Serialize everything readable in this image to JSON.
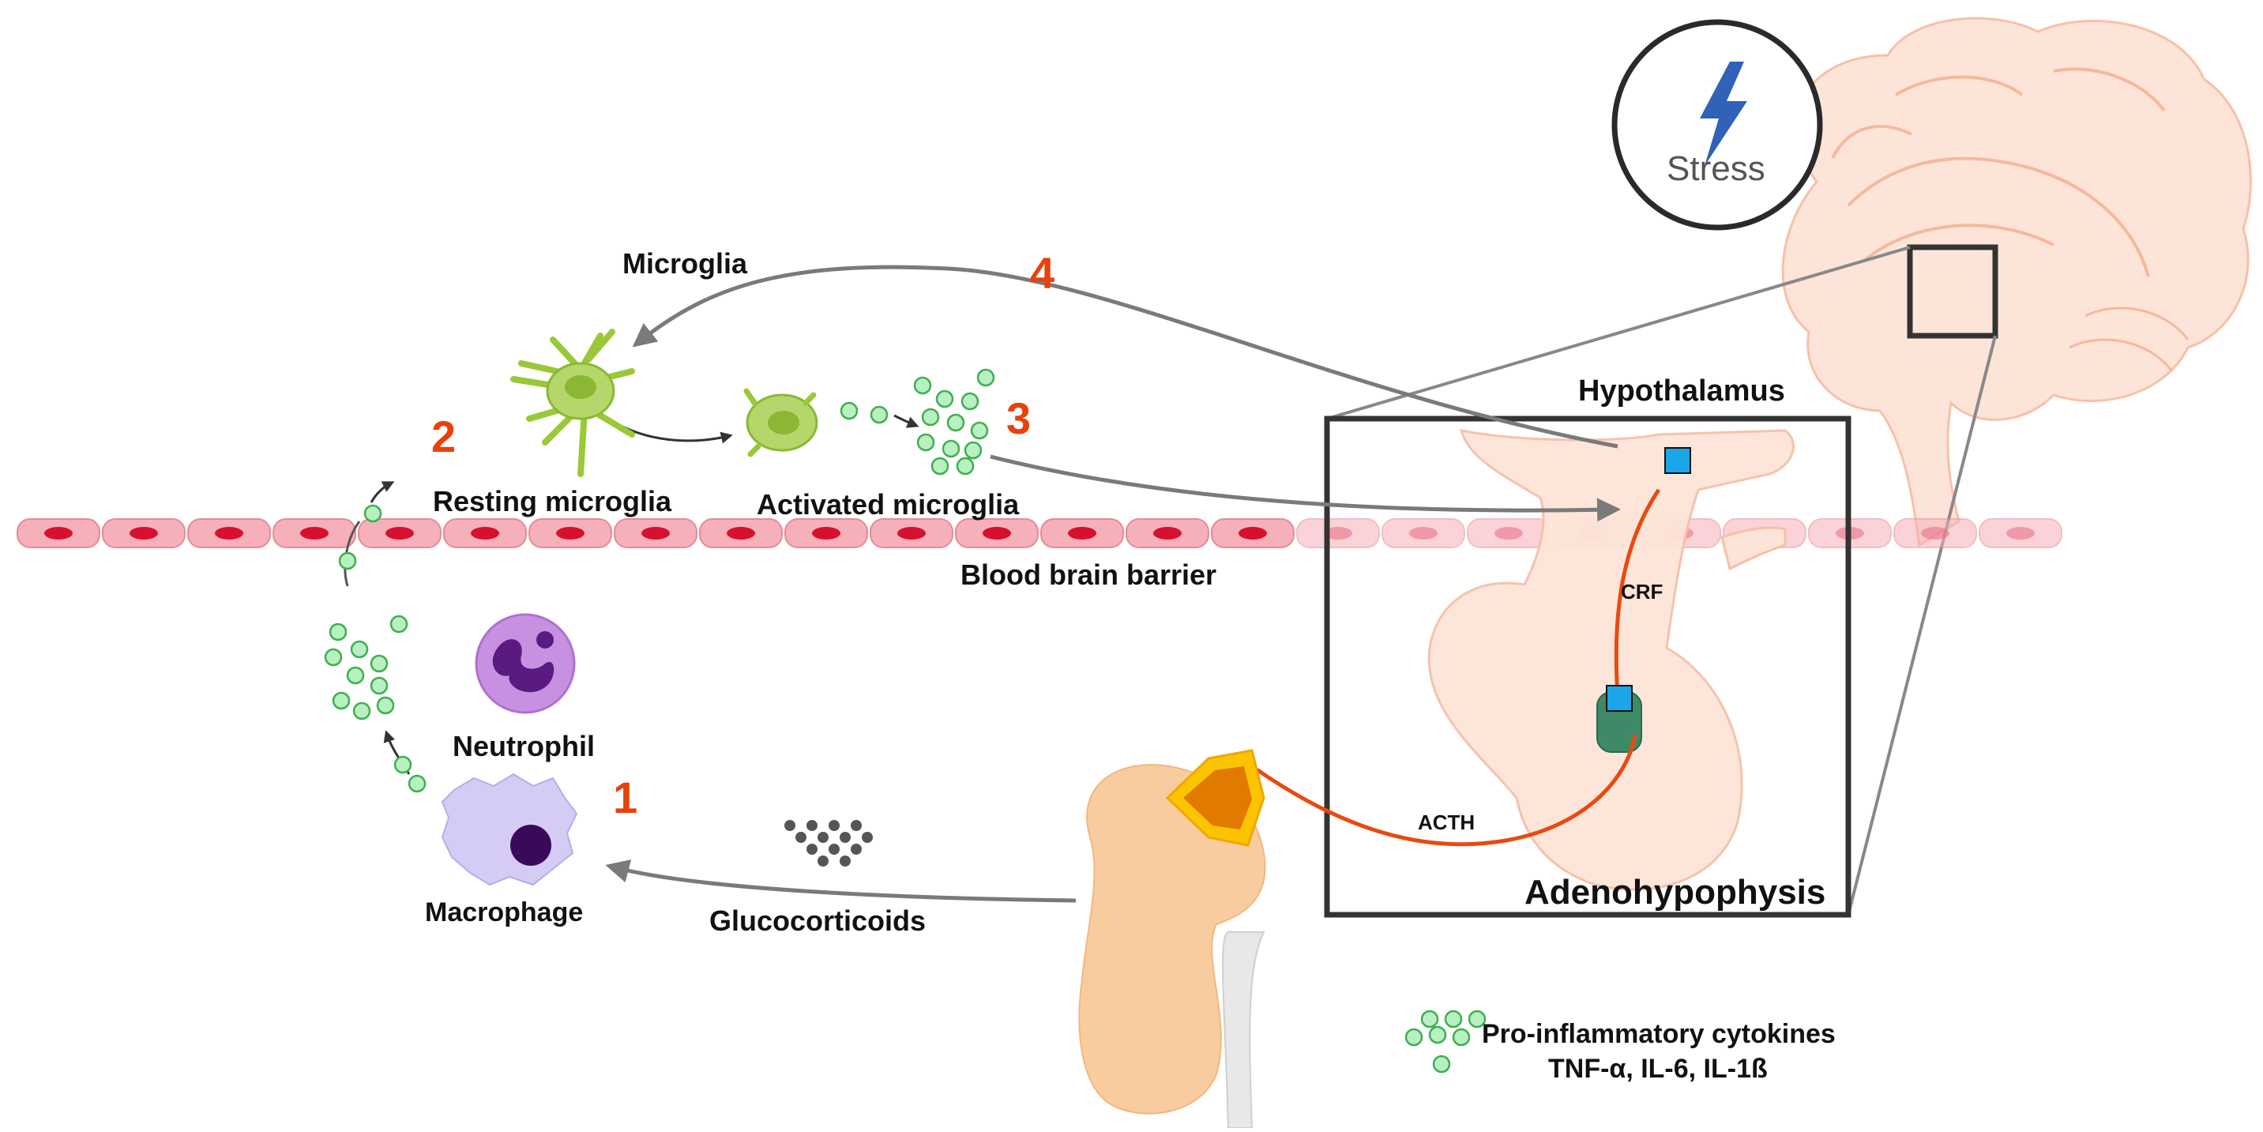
{
  "labels": {
    "stress": "Stress",
    "microglia": "Microglia",
    "resting_microglia": "Resting microglia",
    "activated_microglia": "Activated microglia",
    "blood_brain_barrier": "Blood brain barrier",
    "hypothalamus": "Hypothalamus",
    "crf": "CRF",
    "acth": "ACTH",
    "adenohypophysis": "Adenohypophysis",
    "neutrophil": "Neutrophil",
    "macrophage": "Macrophage",
    "glucocorticoids": "Glucocorticoids",
    "legend_line1": "Pro-inflammatory cytokines",
    "legend_line2": "TNF-α, IL-6, IL-1ß"
  },
  "steps": [
    "1",
    "2",
    "3",
    "4"
  ],
  "colors": {
    "step_number": "#e8420a",
    "arrow": "#7a7a7a",
    "cytokine_fill": "#b8f0c2",
    "cytokine_stroke": "#3eb04f",
    "barrier_cell": "#f2aab4",
    "barrier_nucleus": "#d8102e",
    "brain": "#fcdccc",
    "hormone_path": "#e84a10",
    "receptor": "#1aa6e8",
    "kidney": "#f9cca0",
    "adrenal": "#e07a00",
    "neutrophil": "#b060d0",
    "macrophage": "#d0c8f0",
    "frame": "#333333"
  },
  "icons": {
    "stress": "lightning-bolt-icon",
    "brain": "brain-icon",
    "kidney": "kidney-icon",
    "cytokine": "cytokine-dot-icon"
  }
}
